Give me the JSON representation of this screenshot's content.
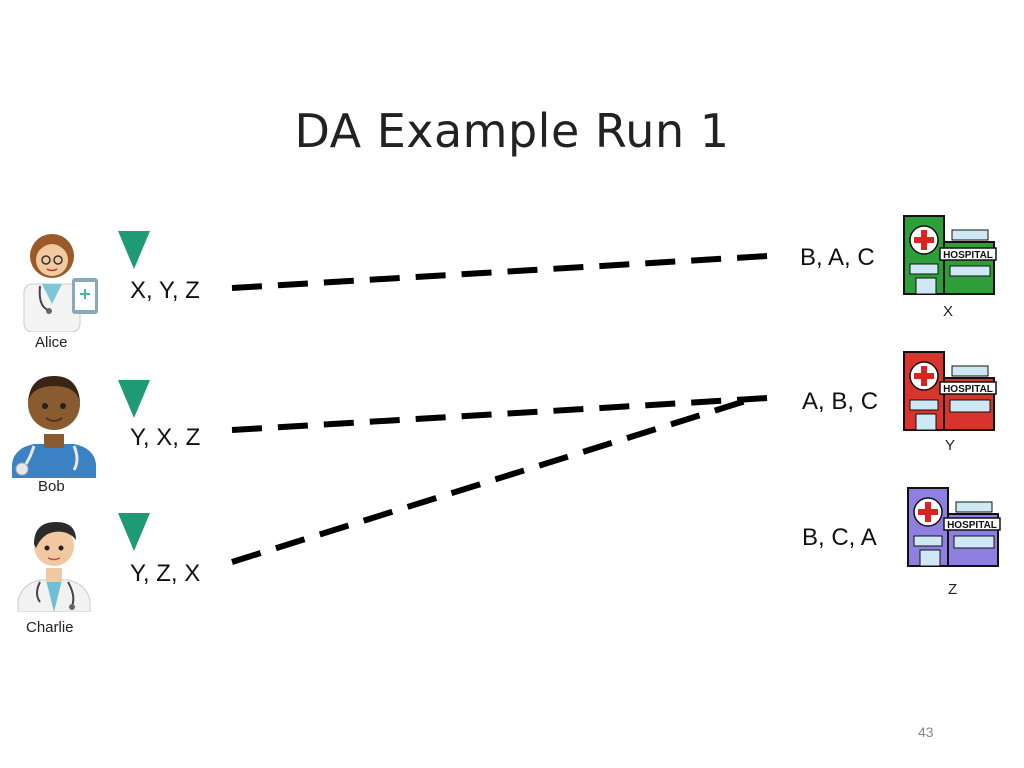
{
  "title": "DA Example Run 1",
  "doctors": [
    {
      "name": "Alice",
      "prefs": "X, Y, Z"
    },
    {
      "name": "Bob",
      "prefs": "Y, X, Z"
    },
    {
      "name": "Charlie",
      "prefs": "Y, Z, X"
    }
  ],
  "hospitals": [
    {
      "name": "X",
      "prefs": "B, A, C",
      "sign": "HOSPITAL",
      "color": "#2e9e3a"
    },
    {
      "name": "Y",
      "prefs": "A, B, C",
      "sign": "HOSPITAL",
      "color": "#d8342c"
    },
    {
      "name": "Z",
      "prefs": "B, C, A",
      "sign": "HOSPITAL",
      "color": "#8f7fe0"
    }
  ],
  "page_number": "43"
}
